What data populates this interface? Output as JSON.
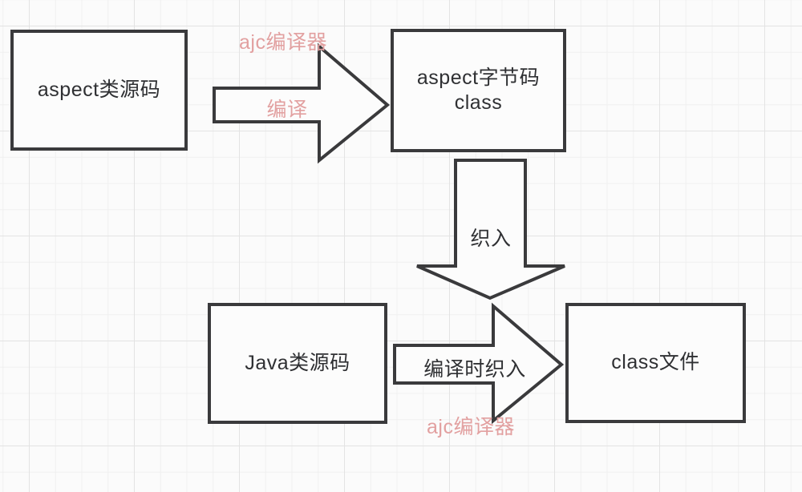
{
  "diagram": {
    "title": "AspectJ compile-time weaving flow",
    "colors": {
      "box_stroke": "#3a3a3c",
      "box_fill": "#fcfcfc",
      "text_dark": "#2f3033",
      "text_pink": "#e2a0a0",
      "grid_minor": "#f0f0f0",
      "grid_major": "#e3e3e3",
      "background": "#fbfbfb"
    },
    "boxes": [
      {
        "id": "aspect-source",
        "label": "aspect类源码"
      },
      {
        "id": "aspect-bytecode",
        "label": "aspect字节码\nclass"
      },
      {
        "id": "java-source",
        "label": "Java类源码"
      },
      {
        "id": "class-file",
        "label": "class文件"
      }
    ],
    "arrows": [
      {
        "id": "compile-arrow",
        "direction": "right",
        "label_inside": "编译",
        "label_inside_color": "pink",
        "label_outside": "ajc编译器",
        "label_outside_color": "pink",
        "label_outside_position": "above"
      },
      {
        "id": "weave-arrow",
        "direction": "down",
        "label_inside": "织入",
        "label_inside_color": "dark",
        "label_outside": "",
        "label_outside_color": "",
        "label_outside_position": ""
      },
      {
        "id": "compile-time-weaving-arrow",
        "direction": "right",
        "label_inside": "编译时织入",
        "label_inside_color": "dark",
        "label_outside": "ajc编译器",
        "label_outside_color": "pink",
        "label_outside_position": "below"
      }
    ]
  }
}
